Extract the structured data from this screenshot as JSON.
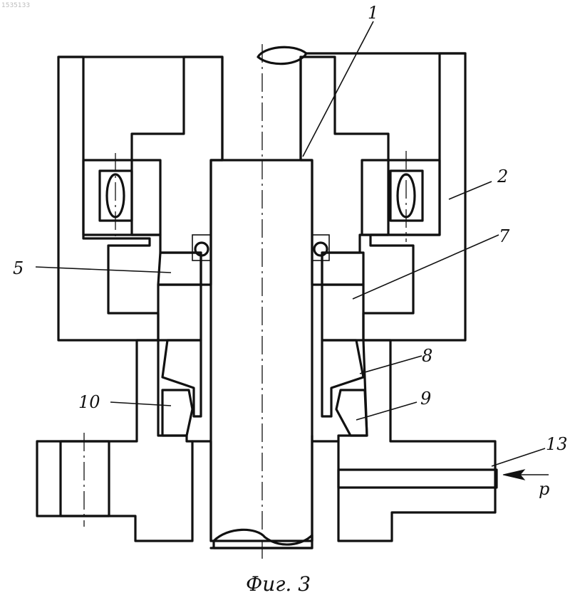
{
  "corner_id": "1535133",
  "caption": "Фиг. 3",
  "labels": {
    "l1": "1",
    "l2": "2",
    "l5": "5",
    "l7": "7",
    "l8": "8",
    "l9": "9",
    "l10": "10",
    "l13": "13",
    "pressure": "p"
  }
}
